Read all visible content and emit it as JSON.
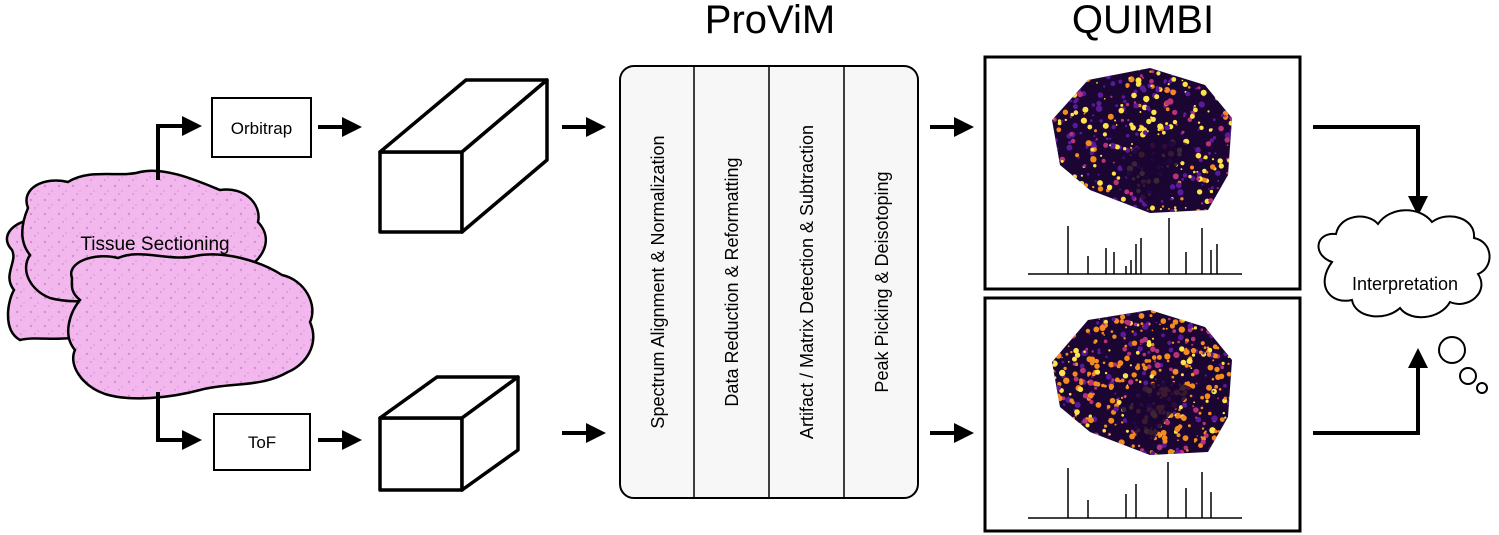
{
  "titles": {
    "provim": "ProViM",
    "quimbi": "QUIMBI"
  },
  "tissue": {
    "label": "Tissue Sectioning",
    "fill_color": "#f2b8ee",
    "speckle_color": "#d98ad6"
  },
  "instruments": {
    "top": "Orbitrap",
    "bottom": "ToF"
  },
  "provim_steps": [
    "Spectrum Alignment & Normalization",
    "Data Reduction & Reformatting",
    "Artifact / Matrix Detection & Subtraction",
    "Peak Picking & Deisotoping"
  ],
  "interpretation": {
    "label": "Interpretation"
  },
  "colors": {
    "stroke": "#000000",
    "box_fill": "#ffffff",
    "panel_fill": "#f7f7f7",
    "heat_dark": "#1a0533",
    "heat_purple": "#5b1a9a",
    "heat_magenta": "#b8327a",
    "heat_orange": "#f58a1f",
    "heat_yellow": "#fde24a"
  },
  "icons": {
    "data_cube": "cuboid-icon",
    "arrow": "arrow-right-icon",
    "thought": "thought-cloud-icon"
  }
}
